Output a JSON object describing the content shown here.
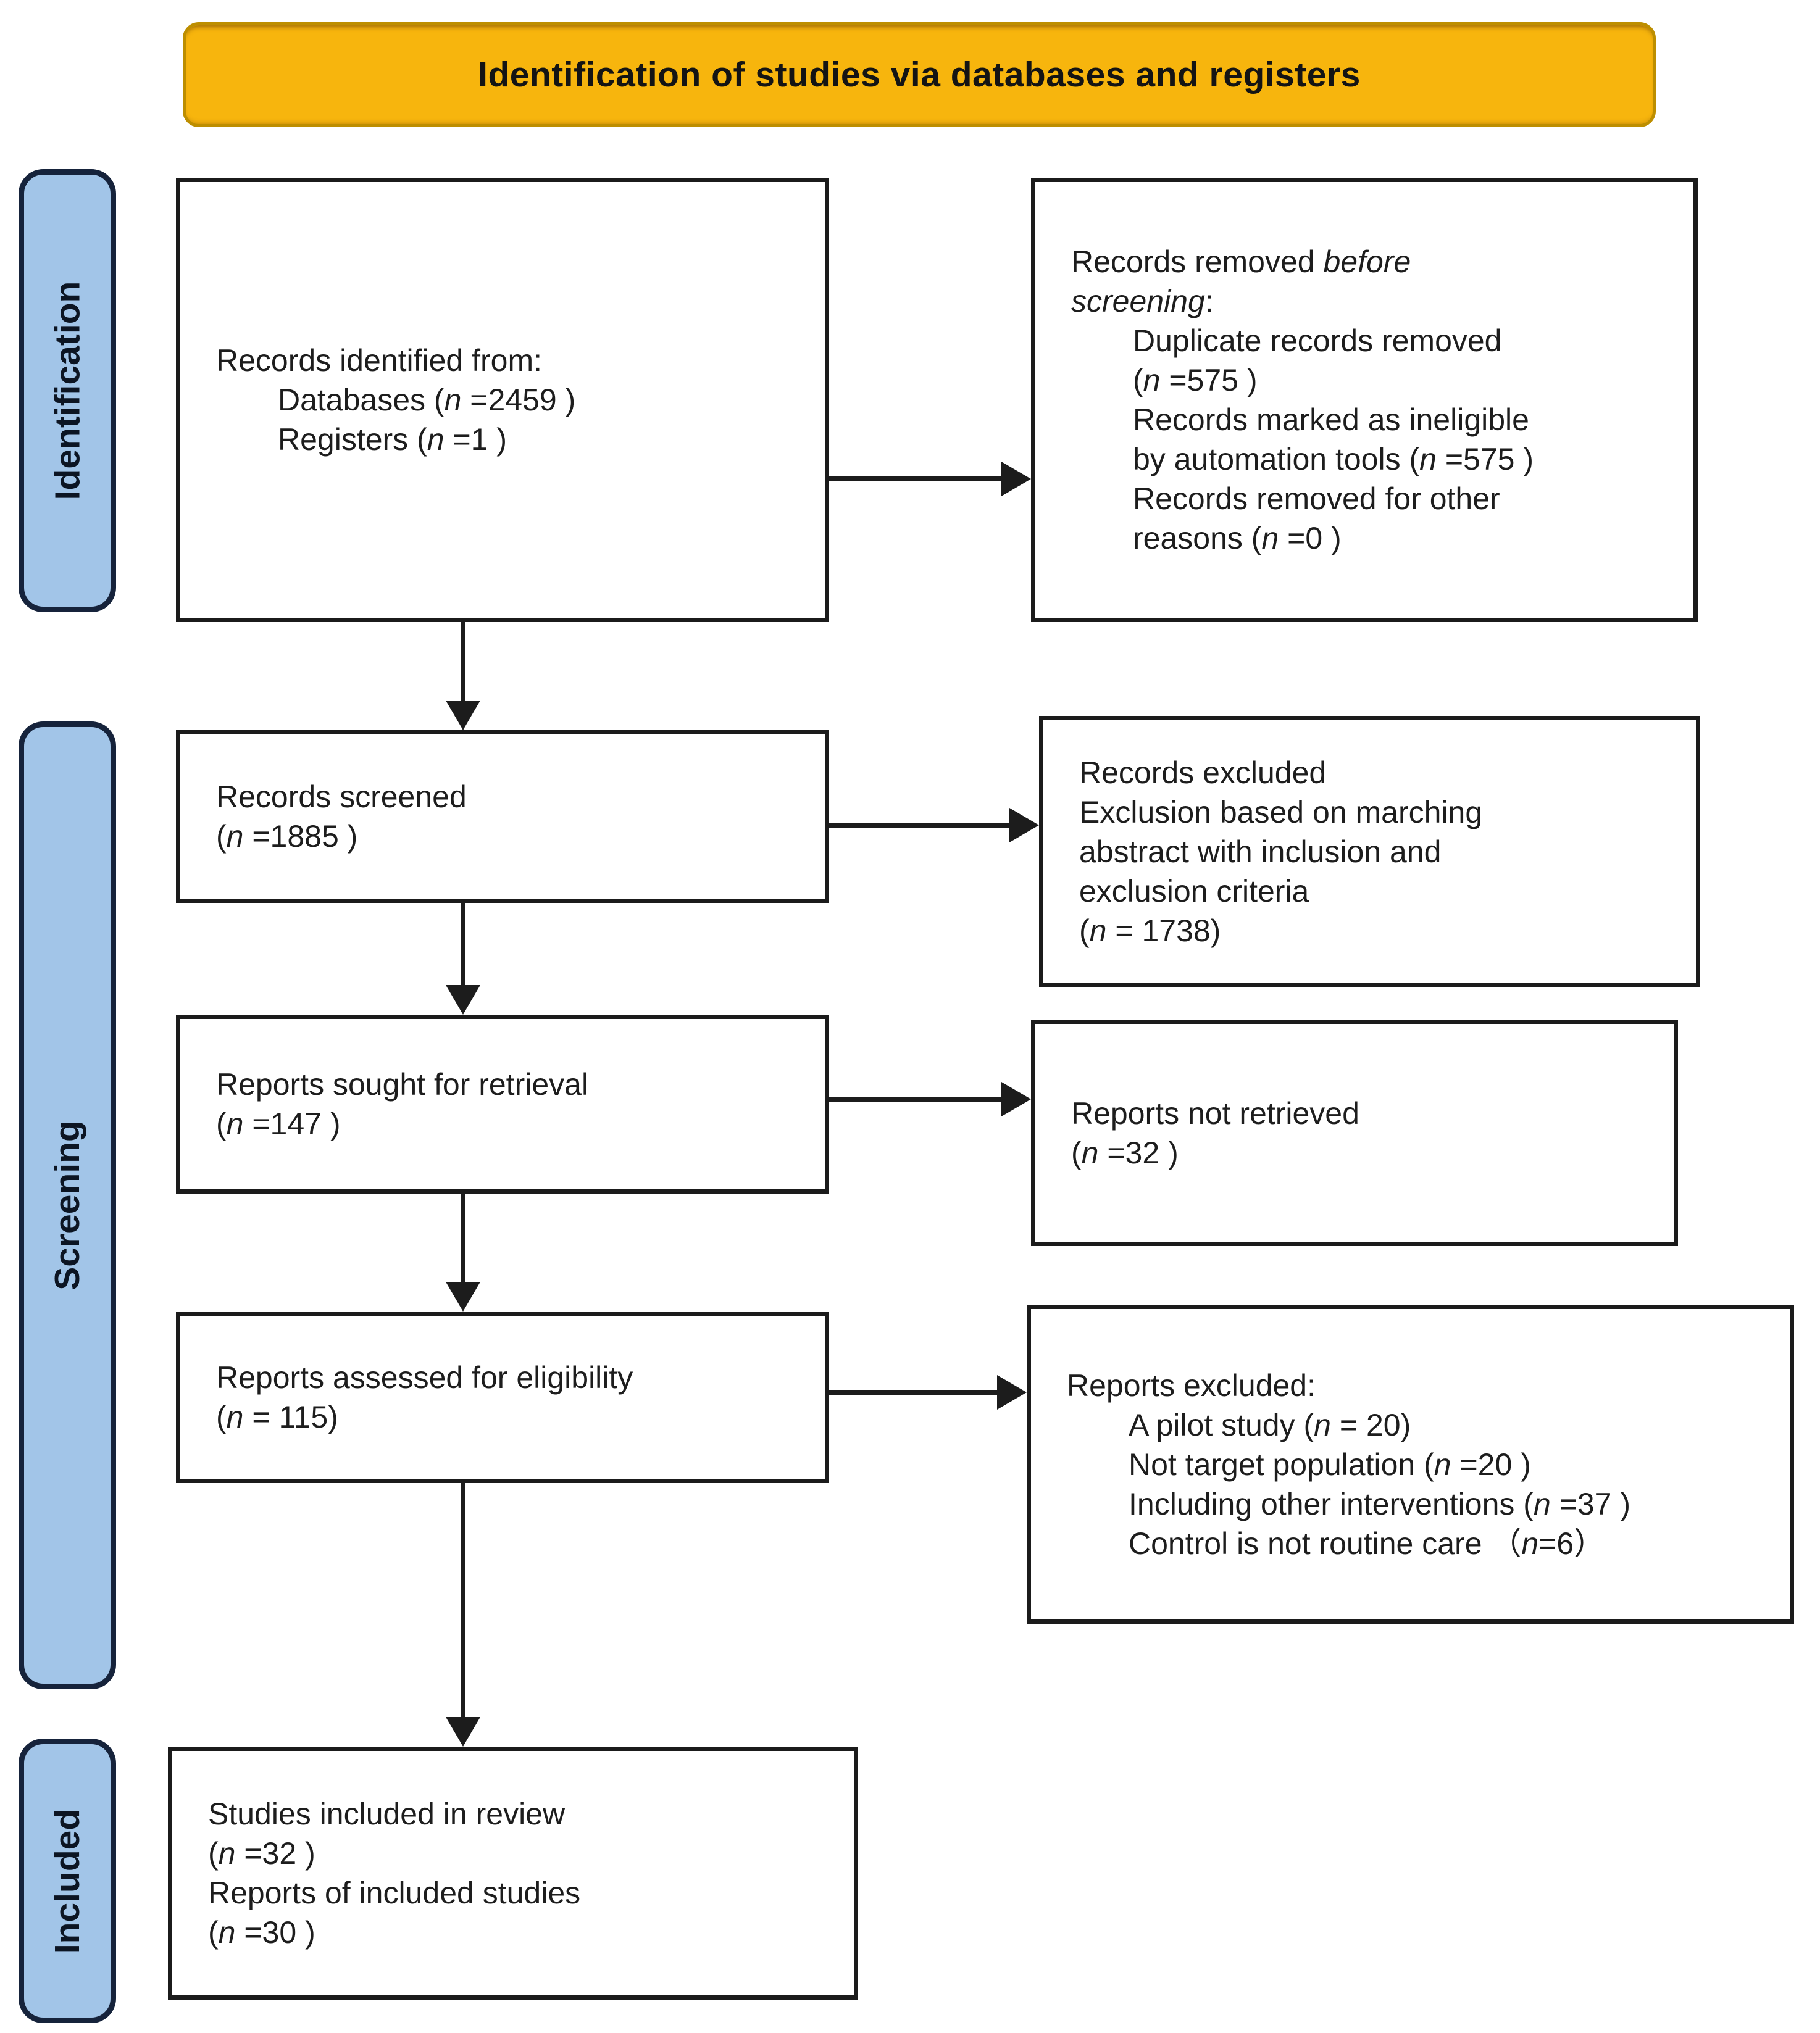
{
  "title": "Identification of studies via databases and registers",
  "colors": {
    "banner_bg": "#F7B50D",
    "banner_border": "#BD8E00",
    "stage_bg": "#A2C5E8",
    "stage_border": "#16233B",
    "box_border": "#1B1B1B",
    "arrow": "#1C1C1C"
  },
  "stages": {
    "identification": {
      "label": "Identification"
    },
    "screening": {
      "label": "Screening"
    },
    "included": {
      "label": "Included"
    }
  },
  "boxes": {
    "identified": {
      "lines": [
        {
          "indent": 0,
          "segments": [
            {
              "text": "Records identified from:"
            }
          ]
        },
        {
          "indent": 1,
          "segments": [
            {
              "text": "Databases ("
            },
            {
              "text": "n",
              "italic": true
            },
            {
              "text": " =2459 )"
            }
          ]
        },
        {
          "indent": 1,
          "segments": [
            {
              "text": "Registers ("
            },
            {
              "text": "n",
              "italic": true
            },
            {
              "text": " =1 )"
            }
          ]
        }
      ]
    },
    "removed": {
      "lines": [
        {
          "indent": 0,
          "segments": [
            {
              "text": "Records removed "
            },
            {
              "text": "before",
              "italic": true
            }
          ]
        },
        {
          "indent": 0,
          "segments": [
            {
              "text": "screening",
              "italic": true
            },
            {
              "text": ":"
            }
          ]
        },
        {
          "indent": 1,
          "segments": [
            {
              "text": "Duplicate records removed"
            }
          ]
        },
        {
          "indent": 1,
          "segments": [
            {
              "text": "("
            },
            {
              "text": "n",
              "italic": true
            },
            {
              "text": " =575 )"
            }
          ]
        },
        {
          "indent": 1,
          "segments": [
            {
              "text": "Records marked as ineligible"
            }
          ]
        },
        {
          "indent": 1,
          "segments": [
            {
              "text": "by automation tools ("
            },
            {
              "text": "n",
              "italic": true
            },
            {
              "text": " =575 )"
            }
          ]
        },
        {
          "indent": 1,
          "segments": [
            {
              "text": "Records removed for other"
            }
          ]
        },
        {
          "indent": 1,
          "segments": [
            {
              "text": "reasons ("
            },
            {
              "text": "n",
              "italic": true
            },
            {
              "text": " =0 )"
            }
          ]
        }
      ]
    },
    "screened": {
      "lines": [
        {
          "indent": 0,
          "segments": [
            {
              "text": "Records screened"
            }
          ]
        },
        {
          "indent": 0,
          "segments": [
            {
              "text": "("
            },
            {
              "text": "n",
              "italic": true
            },
            {
              "text": " =1885 )"
            }
          ]
        }
      ]
    },
    "records_excluded": {
      "lines": [
        {
          "indent": 0,
          "segments": [
            {
              "text": "Records excluded"
            }
          ]
        },
        {
          "indent": 0,
          "segments": [
            {
              "text": "Exclusion based on marching"
            }
          ]
        },
        {
          "indent": 0,
          "segments": [
            {
              "text": "abstract with inclusion and"
            }
          ]
        },
        {
          "indent": 0,
          "segments": [
            {
              "text": "exclusion criteria"
            }
          ]
        },
        {
          "indent": 0,
          "segments": [
            {
              "text": "("
            },
            {
              "text": "n",
              "italic": true
            },
            {
              "text": " = 1738)"
            }
          ]
        }
      ]
    },
    "sought": {
      "lines": [
        {
          "indent": 0,
          "segments": [
            {
              "text": "Reports sought for retrieval"
            }
          ]
        },
        {
          "indent": 0,
          "segments": [
            {
              "text": "("
            },
            {
              "text": "n",
              "italic": true
            },
            {
              "text": " =147 )"
            }
          ]
        }
      ]
    },
    "not_retrieved": {
      "lines": [
        {
          "indent": 0,
          "segments": [
            {
              "text": "Reports not retrieved"
            }
          ]
        },
        {
          "indent": 0,
          "segments": [
            {
              "text": "("
            },
            {
              "text": "n",
              "italic": true
            },
            {
              "text": " =32 )"
            }
          ]
        }
      ]
    },
    "assessed": {
      "lines": [
        {
          "indent": 0,
          "segments": [
            {
              "text": "Reports assessed for eligibility"
            }
          ]
        },
        {
          "indent": 0,
          "segments": [
            {
              "text": "("
            },
            {
              "text": "n",
              "italic": true
            },
            {
              "text": " = 115)"
            }
          ]
        }
      ]
    },
    "reports_excluded": {
      "lines": [
        {
          "indent": 0,
          "segments": [
            {
              "text": "Reports excluded:"
            }
          ]
        },
        {
          "indent": 1,
          "segments": [
            {
              "text": "A pilot study ("
            },
            {
              "text": "n",
              "italic": true
            },
            {
              "text": " = 20)"
            }
          ]
        },
        {
          "indent": 1,
          "segments": [
            {
              "text": "Not target population ("
            },
            {
              "text": "n",
              "italic": true
            },
            {
              "text": " =20 )"
            }
          ]
        },
        {
          "indent": 1,
          "segments": [
            {
              "text": "Including other interventions ("
            },
            {
              "text": "n",
              "italic": true
            },
            {
              "text": " =37 )"
            }
          ]
        },
        {
          "indent": 1,
          "segments": [
            {
              "text": "Control is not routine care （"
            },
            {
              "text": "n",
              "italic": true
            },
            {
              "text": "=6）"
            }
          ]
        }
      ]
    },
    "included_studies": {
      "lines": [
        {
          "indent": 0,
          "segments": [
            {
              "text": "Studies included in review"
            }
          ]
        },
        {
          "indent": 0,
          "segments": [
            {
              "text": "("
            },
            {
              "text": "n",
              "italic": true
            },
            {
              "text": " =32 )"
            }
          ]
        },
        {
          "indent": 0,
          "segments": [
            {
              "text": "Reports of included studies"
            }
          ]
        },
        {
          "indent": 0,
          "segments": [
            {
              "text": "("
            },
            {
              "text": "n",
              "italic": true
            },
            {
              "text": " =30 )"
            }
          ]
        }
      ]
    }
  }
}
